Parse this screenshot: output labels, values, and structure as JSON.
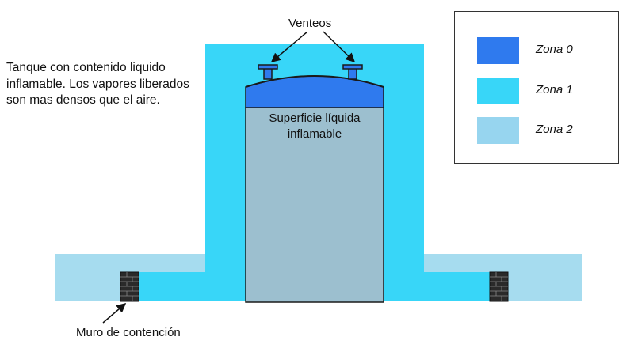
{
  "description": "Tanque con contenido liquido inflamable. Los vapores liberados son mas densos que el aire.",
  "vents_label": "Venteos",
  "surface_label_line1": "Superficie líquida",
  "surface_label_line2": "inflamable",
  "wall_label": "Muro de contención",
  "legend": [
    {
      "label": "Zona 0",
      "color": "#2F7AEE"
    },
    {
      "label": "Zona 1",
      "color": "#38D6F8"
    },
    {
      "label": "Zona 2",
      "color": "#97D5EF"
    }
  ],
  "colors": {
    "zone0": "#2F7AEE",
    "zone1": "#38D6F8",
    "zone2": "#A6DCEF",
    "tank_body": "#9CBFCF",
    "outline": "#1a1a1a"
  }
}
